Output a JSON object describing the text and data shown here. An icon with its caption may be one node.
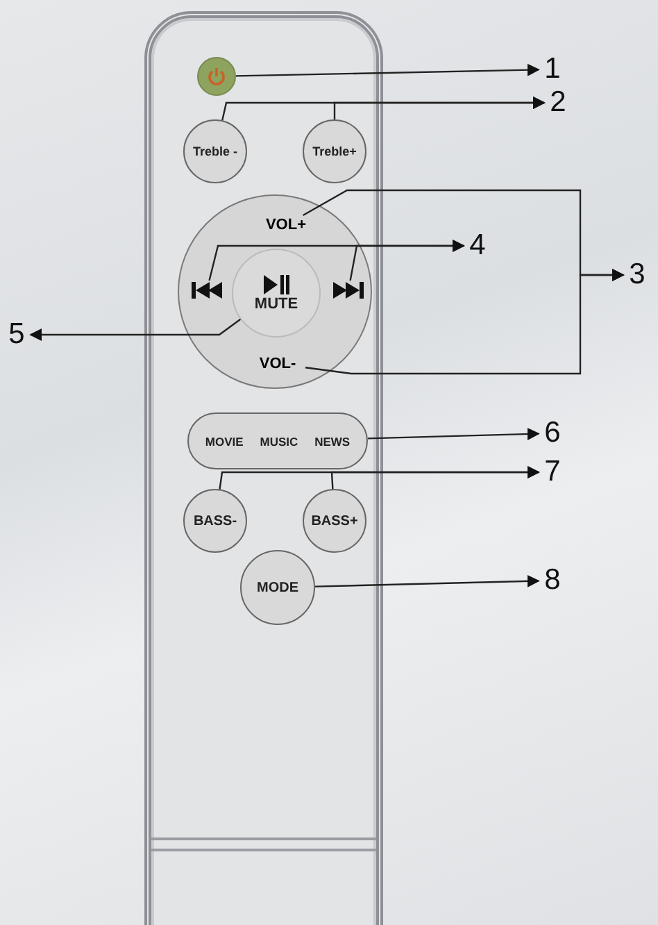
{
  "diagram": {
    "nodes": [
      {
        "text": [],
        "shape": "box"
      },
      {
        "text": [],
        "shape": "circle",
        "in": 0
      },
      {
        "text": [
          "Treble -"
        ],
        "in": 0
      },
      {
        "text": [
          "Treble+"
        ],
        "in": 0
      },
      {
        "text": [],
        "shape": "circle",
        "in": 0
      },
      {
        "text": [
          "VOL+"
        ],
        "in": 4
      },
      {
        "text": [],
        "shape": "symbol",
        "in": 4
      },
      {
        "text": [
          "MUTE"
        ],
        "in": 4
      },
      {
        "text": [],
        "shape": "symbol",
        "in": 4
      },
      {
        "text": [
          "VOL-"
        ],
        "in": 4
      },
      {
        "text": [
          "MOVIE",
          "MUSIC",
          "NEWS"
        ],
        "in": 0
      },
      {
        "text": [
          "BASS-"
        ],
        "in": 0
      },
      {
        "text": [
          "BASS+"
        ],
        "in": 0
      },
      {
        "text": [
          "MODE"
        ],
        "in": 0
      },
      {
        "text": [
          "1"
        ]
      },
      {
        "text": [
          "2"
        ]
      },
      {
        "text": [
          "3"
        ]
      },
      {
        "text": [
          "4"
        ]
      },
      {
        "text": [
          "5"
        ]
      },
      {
        "text": [
          "6"
        ]
      },
      {
        "text": [
          "7"
        ]
      },
      {
        "text": [
          "8"
        ]
      }
    ],
    "edges": [
      {
        "from": 1,
        "to": 14,
        "arrow": "to"
      },
      {
        "from": 2,
        "to": 15,
        "arrow": "to"
      },
      {
        "from": 3,
        "to": 15,
        "arrow": "to"
      },
      {
        "from": 5,
        "to": 16,
        "arrow": "to"
      },
      {
        "from": 9,
        "to": 16,
        "arrow": "to"
      },
      {
        "from": 6,
        "to": 17,
        "arrow": "to"
      },
      {
        "from": 8,
        "to": 17,
        "arrow": "to"
      },
      {
        "from": 7,
        "to": 18,
        "arrow": "to"
      },
      {
        "from": 10,
        "to": 19,
        "arrow": "to"
      },
      {
        "from": 11,
        "to": 20,
        "arrow": "to"
      },
      {
        "from": 12,
        "to": 20,
        "arrow": "to"
      },
      {
        "from": 13,
        "to": 21,
        "arrow": "to"
      }
    ]
  }
}
